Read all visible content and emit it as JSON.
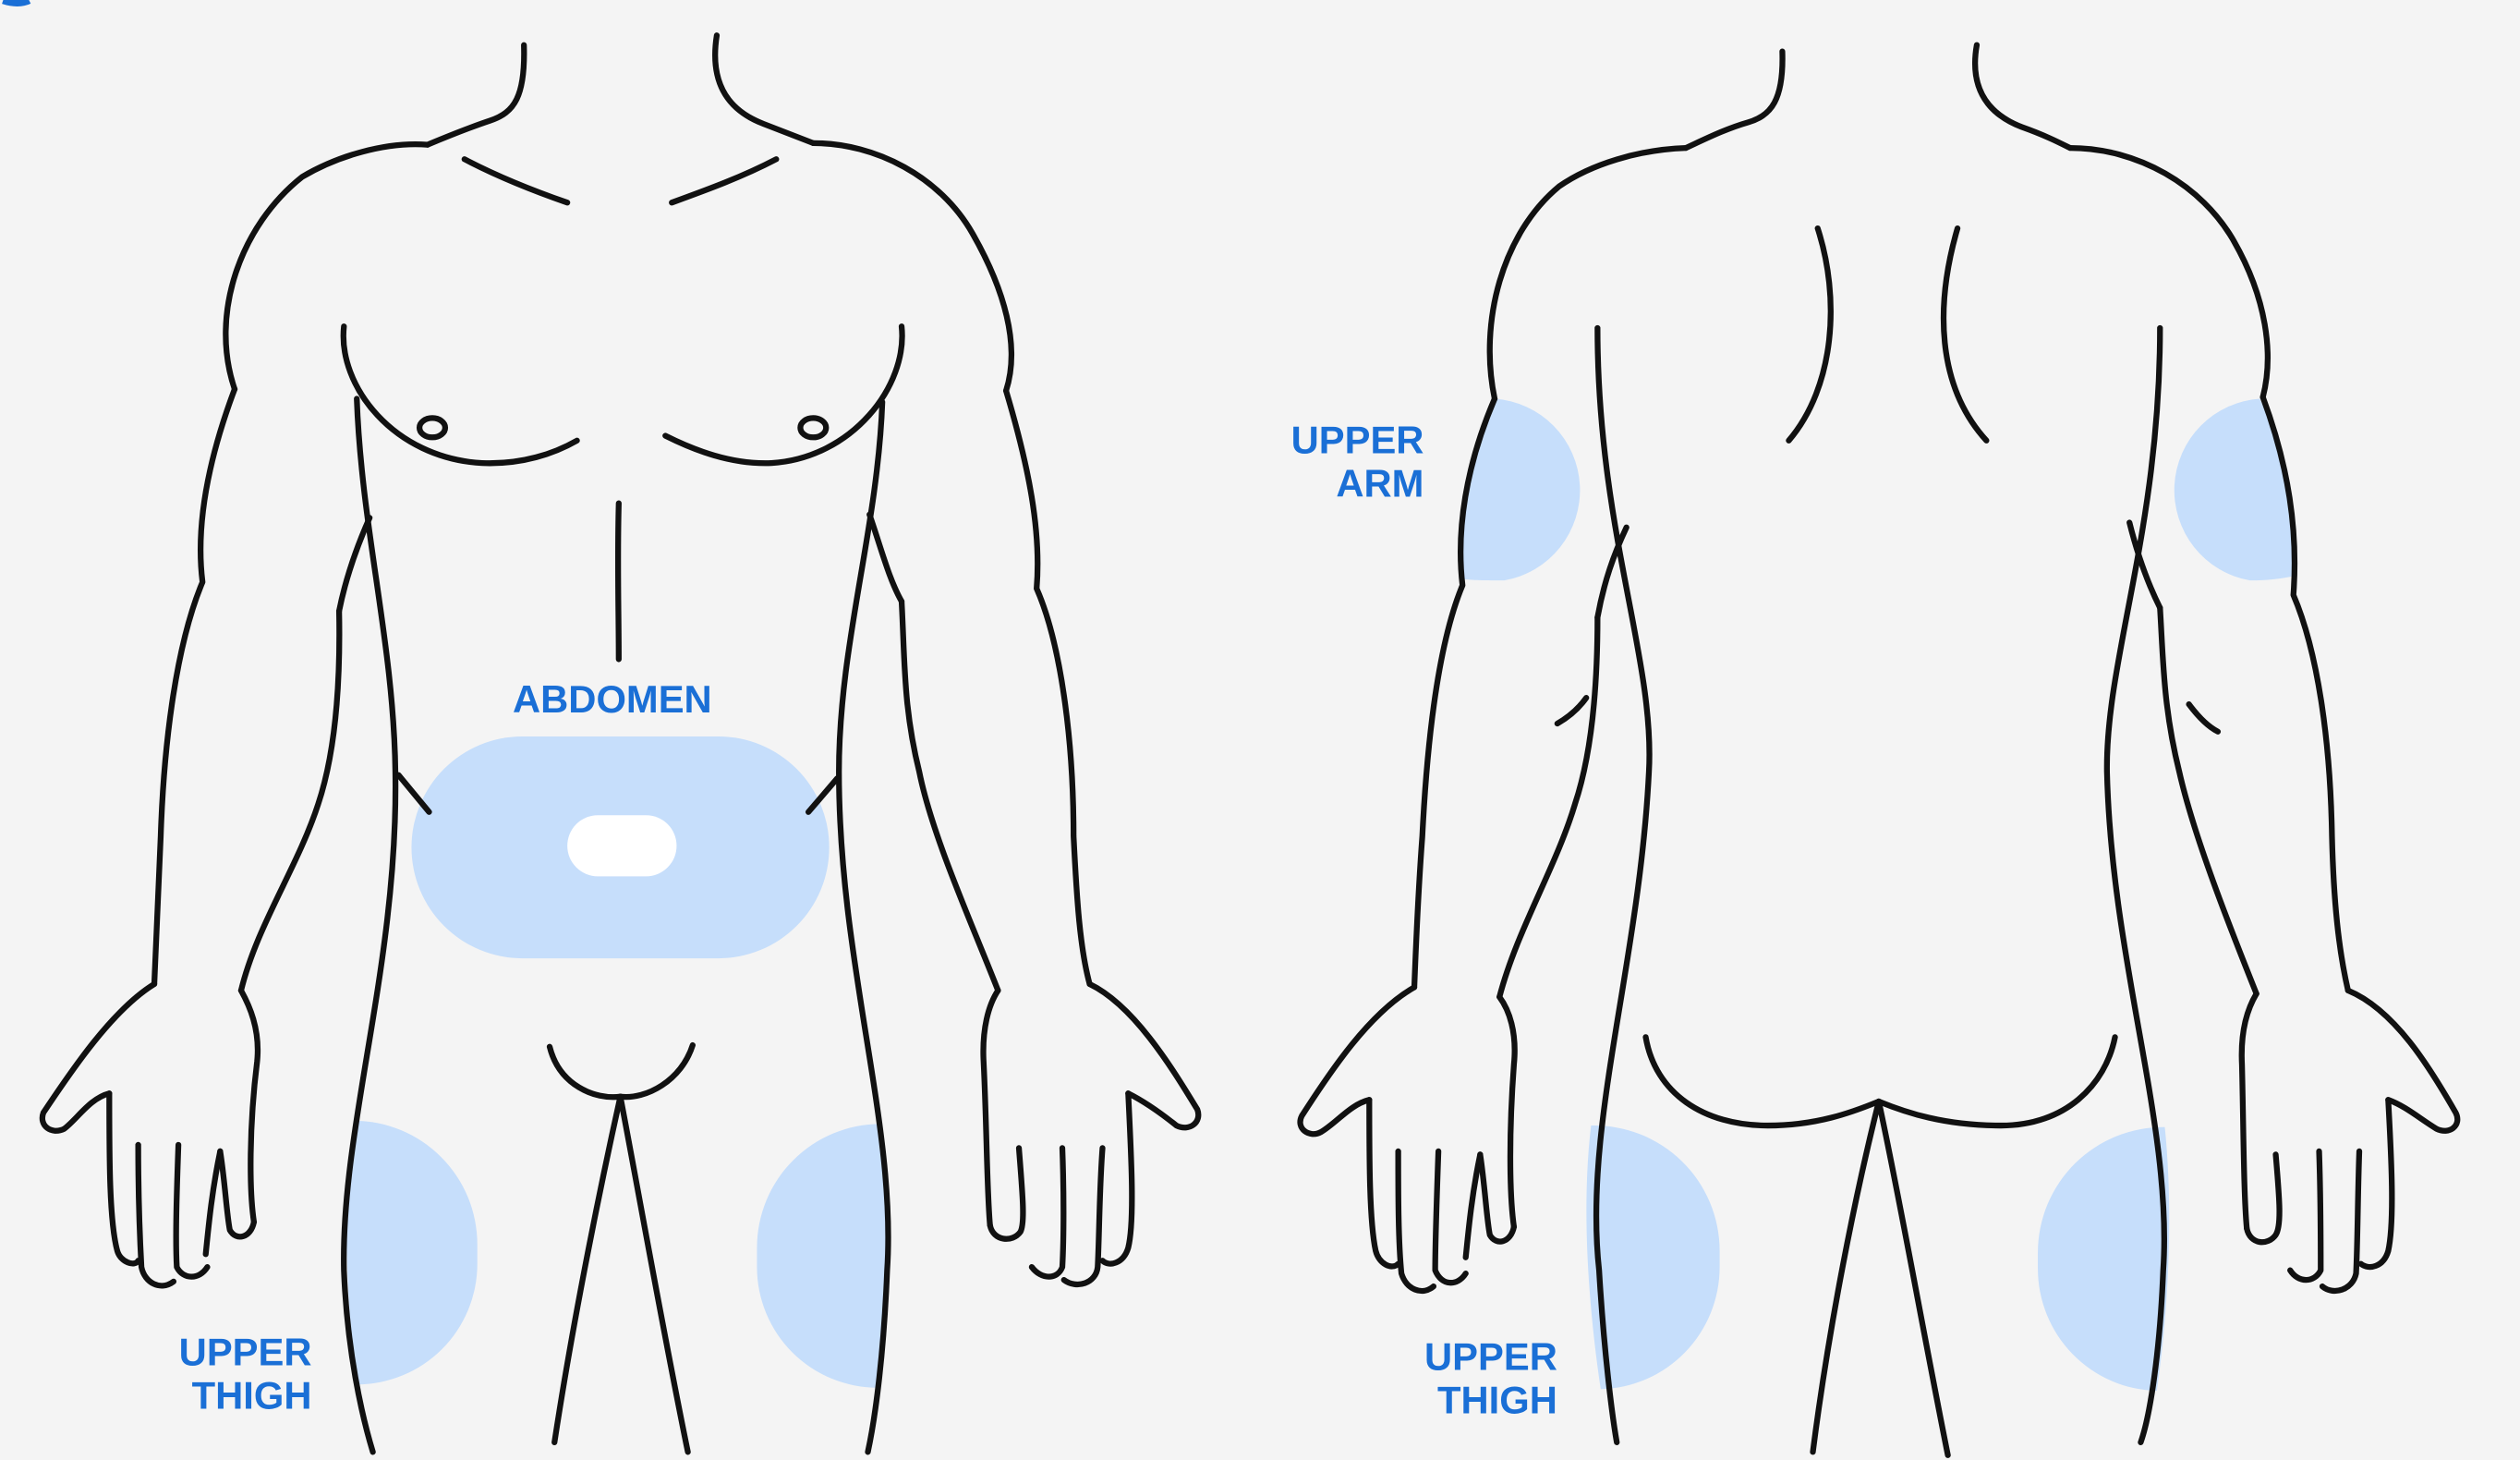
{
  "colors": {
    "site_fill": "#c6defb",
    "label": "#1a6fd6",
    "outline": "#111111",
    "background": "#f4f4f4"
  },
  "labels": {
    "abdomen": "ABDOMEN",
    "upper_arm_1": "UPPER",
    "upper_arm_2": "ARM",
    "upper_thigh_front_1": "UPPER",
    "upper_thigh_front_2": "THIGH",
    "upper_thigh_back_1": "UPPER",
    "upper_thigh_back_2": "THIGH"
  }
}
